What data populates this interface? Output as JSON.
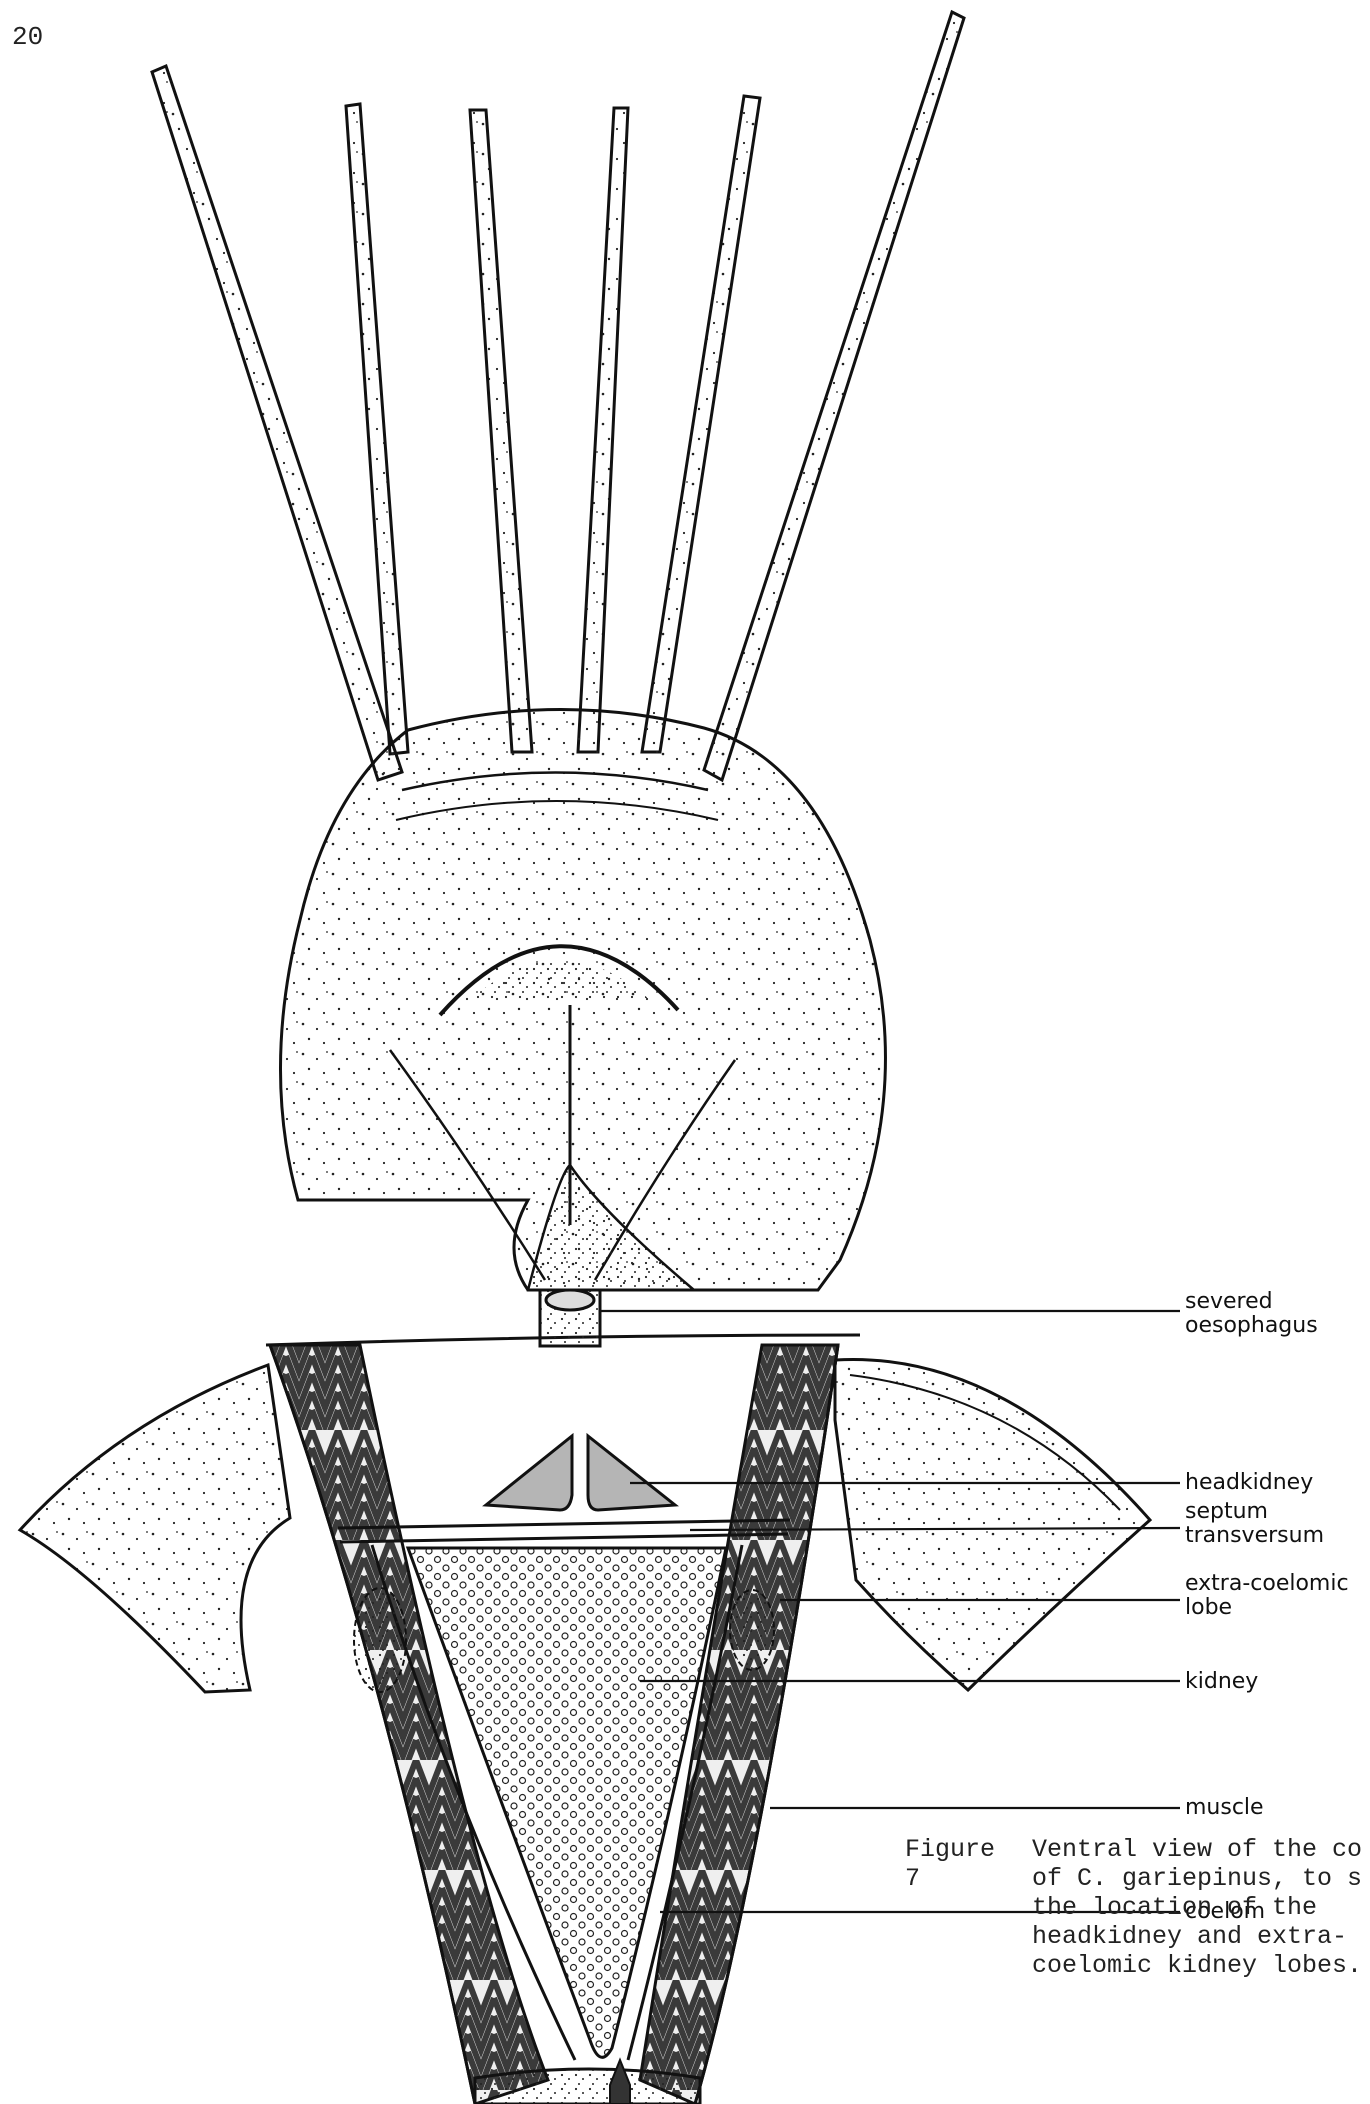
{
  "page_number": "20",
  "labels": [
    {
      "id": "severed-oesophagus",
      "text": "severed\noesophagus"
    },
    {
      "id": "headkidney",
      "text": "headkidney"
    },
    {
      "id": "septum-transversum",
      "text": "septum\ntransversum"
    },
    {
      "id": "extra-coelomic-lobe",
      "text": "extra-coelomic\nlobe"
    },
    {
      "id": "kidney",
      "text": "kidney"
    },
    {
      "id": "muscle",
      "text": "muscle"
    },
    {
      "id": "coelom",
      "text": "coelom"
    }
  ],
  "caption": {
    "figure": "Figure 7",
    "text": "Ventral view of the co\nof C. gariepinus, to s\nthe location of the\nheadkidney and extra-\ncoelomic kidney lobes."
  },
  "colors": {
    "ink": "#111111",
    "headkidney_fill": "#b5b5b5",
    "muscle_band": "#5a5a5a",
    "paper": "#ffffff"
  }
}
